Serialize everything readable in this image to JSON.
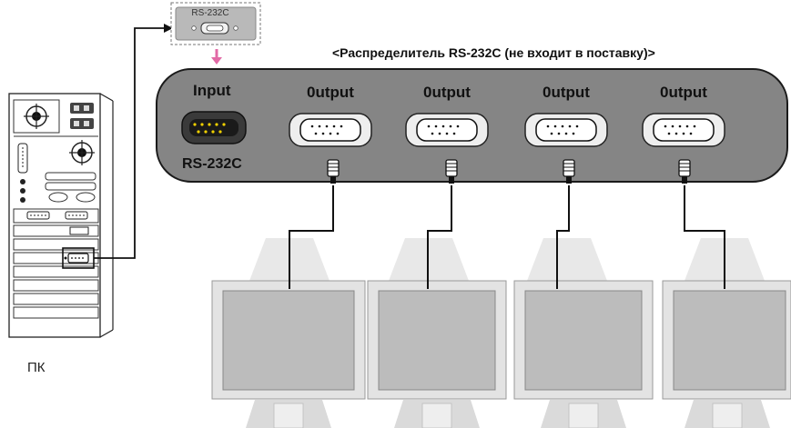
{
  "diagram": {
    "title": "<Распределитель RS-232C (не входит в поставку)>",
    "adapter_label": "RS-232C",
    "input_label": "Input",
    "input_port_label": "RS-232C",
    "output_labels": [
      "0utput",
      "0utput",
      "0utput",
      "0utput"
    ],
    "pc_label": "ПК",
    "monitor_count": 4
  }
}
